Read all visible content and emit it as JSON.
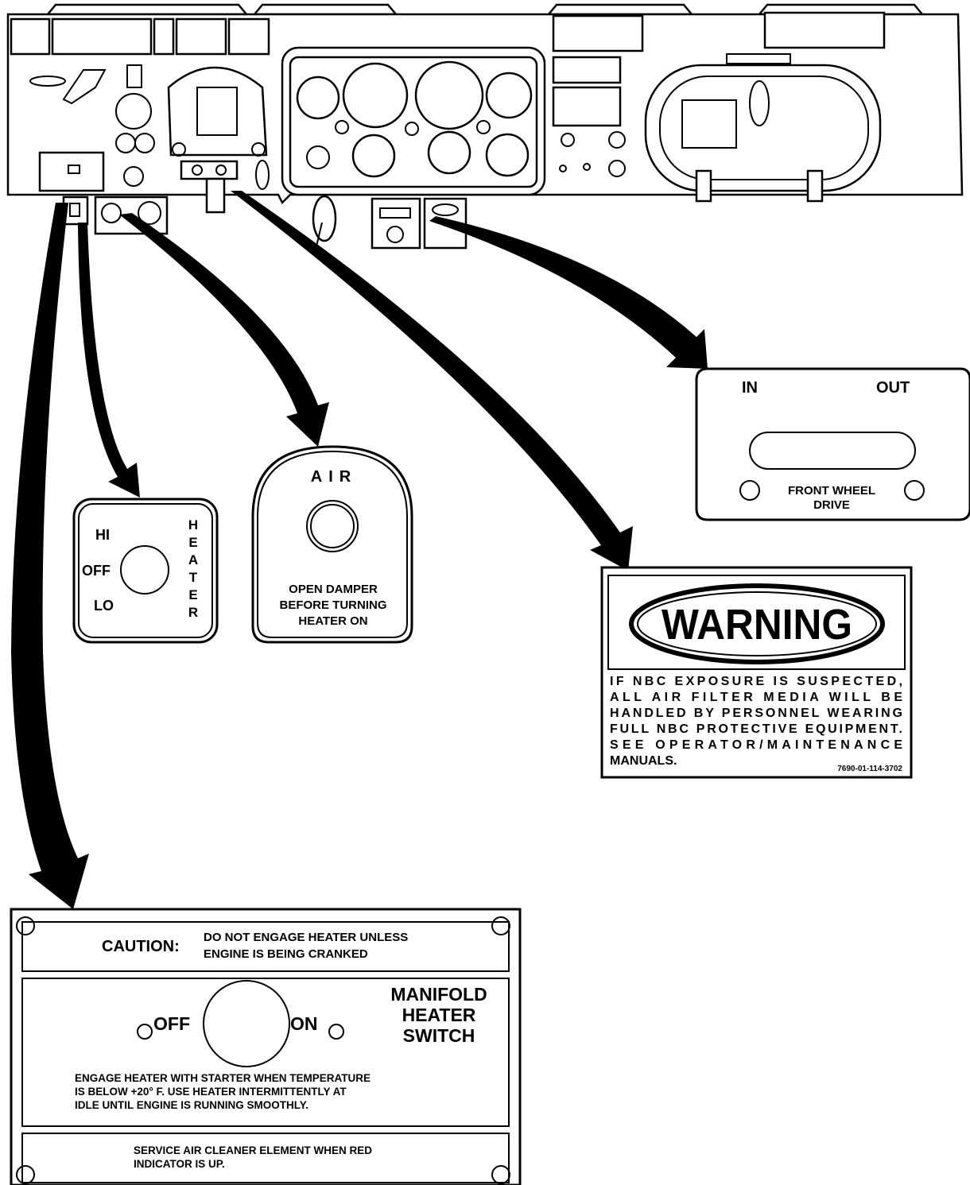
{
  "heater_plate": {
    "hi": "HI",
    "off": "OFF",
    "lo": "LO",
    "vertical": [
      "H",
      "E",
      "A",
      "T",
      "E",
      "R"
    ]
  },
  "air_plate": {
    "top": "AIR",
    "line1": "OPEN DAMPER",
    "line2": "BEFORE TURNING",
    "line3": "HEATER ON"
  },
  "fwd_plate": {
    "in": "IN",
    "out": "OUT",
    "line1": "FRONT WHEEL",
    "line2": "DRIVE"
  },
  "warning_plate": {
    "title": "WARNING",
    "lines": [
      "IF NBC EXPOSURE IS SUSPECTED,",
      "ALL AIR FILTER MEDIA WILL BE",
      "HANDLED BY PERSONNEL WEARING",
      "FULL NBC PROTECTIVE EQUIPMENT.",
      "SEE OPERATOR/MAINTENANCE",
      "MANUALS."
    ],
    "part_number": "7690-01-114-3702"
  },
  "caution_plate": {
    "caution_label": "CAUTION:",
    "caution_line1": "DO NOT ENGAGE HEATER UNLESS",
    "caution_line2": "ENGINE IS BEING CRANKED",
    "off": "OFF",
    "on": "ON",
    "title_lines": [
      "MANIFOLD",
      "HEATER",
      "SWITCH"
    ],
    "body_lines": [
      "ENGAGE HEATER WITH STARTER WHEN TEMPERATURE",
      "IS BELOW +20° F.  USE HEATER INTERMITTENTLY AT",
      "IDLE UNTIL ENGINE IS RUNNING SMOOTHLY."
    ],
    "service_lines": [
      "SERVICE AIR CLEANER ELEMENT WHEN RED",
      "INDICATOR IS UP."
    ]
  }
}
